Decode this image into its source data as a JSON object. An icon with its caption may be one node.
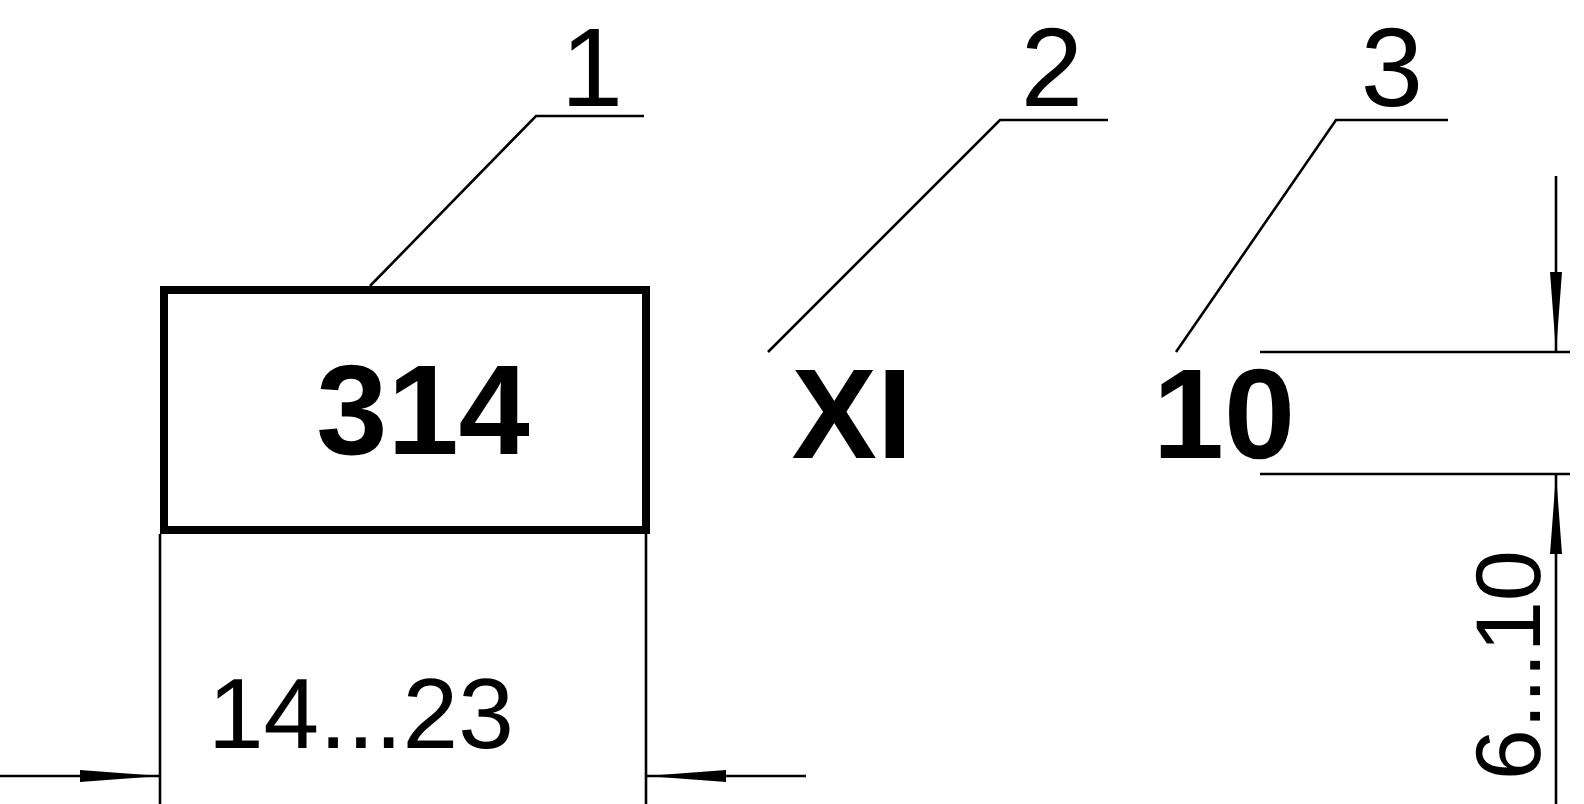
{
  "diagram": {
    "nodes": [
      {
        "text": [
          "1"
        ]
      },
      {
        "text": [
          "2"
        ]
      },
      {
        "text": [
          "3"
        ]
      },
      {
        "text": [
          "314"
        ]
      },
      {
        "text": [
          "XI"
        ]
      },
      {
        "text": [
          "10"
        ]
      }
    ],
    "edges": [
      {
        "from": 0,
        "to": 3,
        "arrow": "none"
      },
      {
        "from": 1,
        "to": 4,
        "arrow": "none"
      },
      {
        "from": 2,
        "to": 5,
        "arrow": "none"
      }
    ],
    "labels": [
      "14...23",
      "6...10"
    ]
  }
}
